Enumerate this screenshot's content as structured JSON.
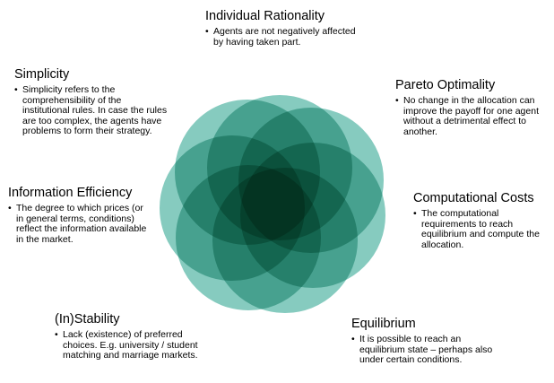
{
  "colors": {
    "petal_fill": "#86cbbf",
    "petal_stroke": "#ffffff"
  },
  "bullet_glyph": "•",
  "topics": [
    {
      "title": "Individual Rationality",
      "text": "Agents are not negatively affected by having taken part."
    },
    {
      "title": "Pareto Optimality",
      "text": "No change in the allocation can improve the payoff for one agent without a detrimental effect to another."
    },
    {
      "title": "Computational Costs",
      "text": "The computational requirements to reach equilibrium and compute the allocation."
    },
    {
      "title": "Equilibrium",
      "text": "It is possible to reach an equilibrium state – perhaps also under certain conditions."
    },
    {
      "title": "(In)Stability",
      "text": "Lack (existence) of preferred choices. E.g. university / student matching and marriage markets."
    },
    {
      "title": "Information Efficiency",
      "text": "The degree to which prices (or in general terms, conditions) reflect the information available in the market."
    },
    {
      "title": "Simplicity",
      "text": "Simplicity refers to the comprehensibility of the institutional rules. In case the rules are too complex, the agents have problems to form their strategy."
    }
  ]
}
